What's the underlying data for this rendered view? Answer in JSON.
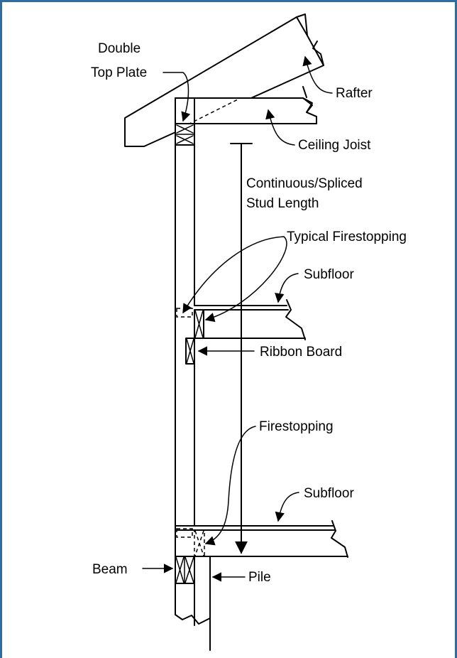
{
  "labels": {
    "double_top_plate_1": "Double",
    "double_top_plate_2": "Top Plate",
    "rafter": "Rafter",
    "ceiling_joist": "Ceiling Joist",
    "stud_length_1": "Continuous/Spliced",
    "stud_length_2": "Stud Length",
    "typical_firestopping": "Typical Firestopping",
    "subfloor_upper": "Subfloor",
    "ribbon_board": "Ribbon Board",
    "firestopping": "Firestopping",
    "subfloor_lower": "Subfloor",
    "beam": "Beam",
    "pile": "Pile"
  },
  "colors": {
    "frame_border": "#2d6da3",
    "line": "#000000"
  }
}
